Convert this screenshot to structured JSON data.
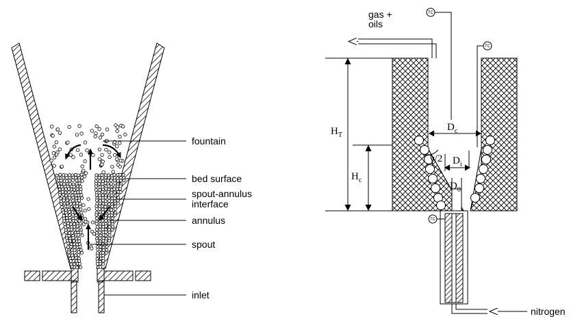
{
  "left_labels": {
    "fountain": "fountain",
    "bed_surface": "bed surface",
    "spout_annulus": "spout-annulus",
    "interface": "interface",
    "annulus": "annulus",
    "spout": "spout",
    "inlet": "inlet"
  },
  "right_labels": {
    "gas_line1": "gas +",
    "gas_line2": "oils",
    "nitrogen": "nitrogen",
    "tc": "TC",
    "HT_main": "H",
    "HT_sub": "T",
    "Hc_main": "H",
    "Hc_sub": "c",
    "Dc_main": "D",
    "Dc_sub": "c",
    "Di_main": "D",
    "Di_sub": "i",
    "Do_main": "D",
    "Do_sub": "0",
    "angle": "γ/2"
  },
  "colors": {
    "ink": "#000000",
    "paper": "#ffffff"
  }
}
